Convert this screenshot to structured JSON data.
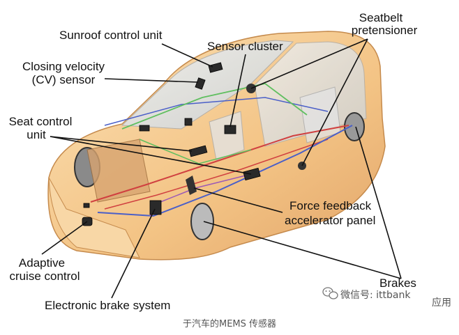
{
  "labels": {
    "sunroof": "Sunroof control unit",
    "sensor_cluster": "Sensor cluster",
    "seatbelt_1": "Seatbelt",
    "seatbelt_2": "pretensioner",
    "cv_1": "Closing velocity",
    "cv_2": "(CV) sensor",
    "seat_1": "Seat control",
    "seat_2": "unit",
    "force_1": "Force feedback",
    "force_2": "accelerator panel",
    "acc_1": "Adaptive",
    "acc_2": "cruise control",
    "brakes": "Brakes",
    "ebs": "Electronic brake system"
  },
  "watermark": {
    "icon": "wechat-icon",
    "text": "微信号: ittbank",
    "suffix": "应用"
  },
  "caption": "于汽车的MEMS 传感器",
  "colors": {
    "body": "#f6c98e",
    "glass": "#dfe5ea",
    "wire_red": "#d04040",
    "wire_blue": "#4a5fc8",
    "wire_green": "#5fbf5f"
  }
}
